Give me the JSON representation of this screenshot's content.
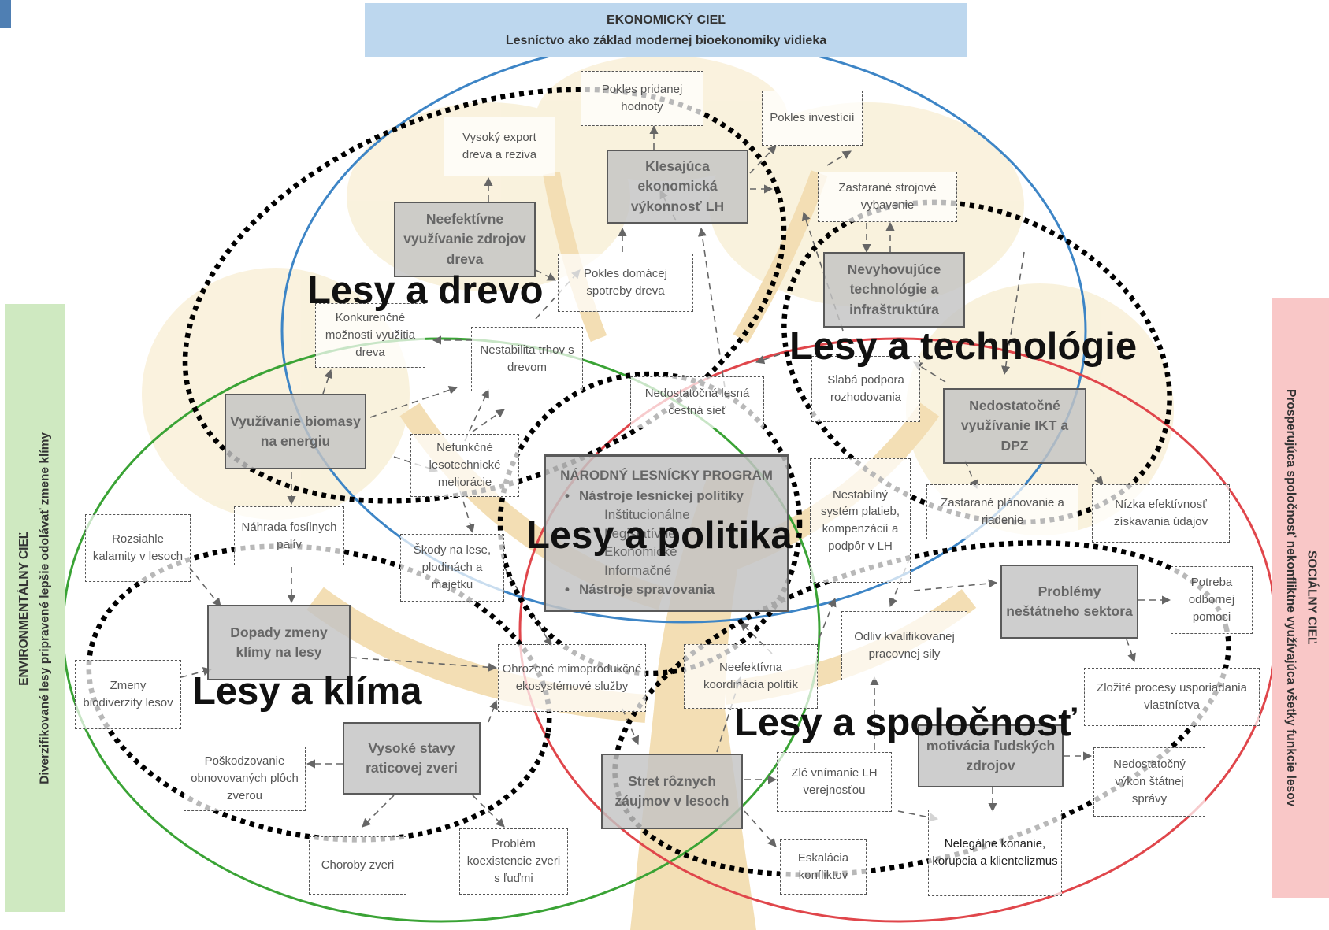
{
  "goals": {
    "economic": {
      "title": "EKONOMICKÝ CIEĽ",
      "subtitle": "Lesníctvo ako základ modernej bioekonomiky vidieka",
      "color": "#bdd7ee"
    },
    "environmental": {
      "title": "ENVIRONMENTÁLNY CIEĽ",
      "subtitle": "Diverzifikované lesy pripravené lepšie odolávať zmene klímy",
      "color": "#cfe9c1"
    },
    "social": {
      "title": "SOCIÁLNY CIEĽ",
      "subtitle": "Prosperujúca spoločnosť nekonfliktne využívajúca všetky funkcie lesov",
      "color": "#f9c7c7"
    }
  },
  "circle_colors": {
    "economic": "#3d85c6",
    "environmental": "#3aa335",
    "social": "#e0464b"
  },
  "clusters": {
    "drevo": "Lesy a drevo",
    "technologie": "Lesy a technológie",
    "politika": "Lesy a politika",
    "klima": "Lesy a klíma",
    "spolocnost": "Lesy a spoločnosť"
  },
  "national_program": {
    "title": "NÁRODNÝ LESNÍCKY PROGRAM",
    "item1": "Nástroje lesníckej politiky",
    "sub1": "Inštitucionálne",
    "sub2": "Legislatívne",
    "sub3": "Ekonomické",
    "sub4": "Informačné",
    "item2": "Nástroje spravovania"
  },
  "problems": {
    "neefektivne_vyuzivanie": "Neefektívne využívanie zdrojov dreva",
    "klesajuca_vykonnost": "Klesajúca ekonomická výkonnosť LH",
    "vyuzivanie_biomasy": "Využívanie biomasy na energiu",
    "nevyhovujuce_technologie": "Nevyhovujúce technológie a infraštruktúra",
    "nedostatocne_ikt": "Nedostatočné využívanie IKT a DPZ",
    "dopady_klimy": "Dopady zmeny klímy na lesy",
    "vysoke_stavy": "Vysoké stavy raticovej zveri",
    "problemy_nestatneho": "Problémy neštátneho sektora",
    "motivacia": "motivácia ľudských zdrojov",
    "stret_zaujmov": "Stret rôznych záujmov v lesoch"
  },
  "effects": {
    "pokles_pridanej": "Pokles pridanej hodnoty",
    "pokles_investicii": "Pokles investícií",
    "vyvoz": "Vysoký export dreva a reziva",
    "zastarane_strojove": "Zastarané strojové vybavenie",
    "pokles_domacej": "Pokles domácej spotreby dreva",
    "konkurencne": "Konkurenčné možnosti využitia dreva",
    "nestabilita": "Nestabilita trhov s drevom",
    "nedostatocna_siet": "Nedostatočná lesná cestná sieť",
    "slaba_podpora": "Slabá podpora rozhodovania",
    "nefunkcne": "Nefunkčné lesotechnické meliorácie",
    "rozsiahle": "Rozsiahle kalamity v lesoch",
    "nahrada": "Náhrada fosílnych palív",
    "skody": "Škody na lese, plodinách a majetku",
    "nestabilny": "Nestabilný systém platieb, kompenzácií a podpôr v LH",
    "zastarane_planovanie": "Zastarané plánovanie a riadenie",
    "nizka_efektivnost": "Nízka efektívnosť získavania údajov",
    "zmeny_biodiverzity": "Zmeny biodiverzity lesov",
    "ohrozene": "Ohrozené mimoprodukčné ekosystémové služby",
    "neefektivna_koordinacia": "Neefektívna koordinácia politík",
    "odliv": "Odliv kvalifikovanej pracovnej sily",
    "potreba": "Potreba odbornej pomoci",
    "zlozite": "Zložité procesy usporiadania vlastníctva",
    "poskodzovanie": "Poškodzovanie obnovovaných plôch zverou",
    "choroby": "Choroby zveri",
    "problem_koexistencie": "Problém koexistencie zveri s ľuďmi",
    "zle_vnimanie": "Zlé vnímanie LH verejnosťou",
    "nedostatocny_vykon": "Nedostatočný výkon štátnej správy",
    "eskalacia": "Eskalácia konfliktov",
    "nelegalne": "Nelegálne konanie, korupcia a klientelizmus"
  }
}
